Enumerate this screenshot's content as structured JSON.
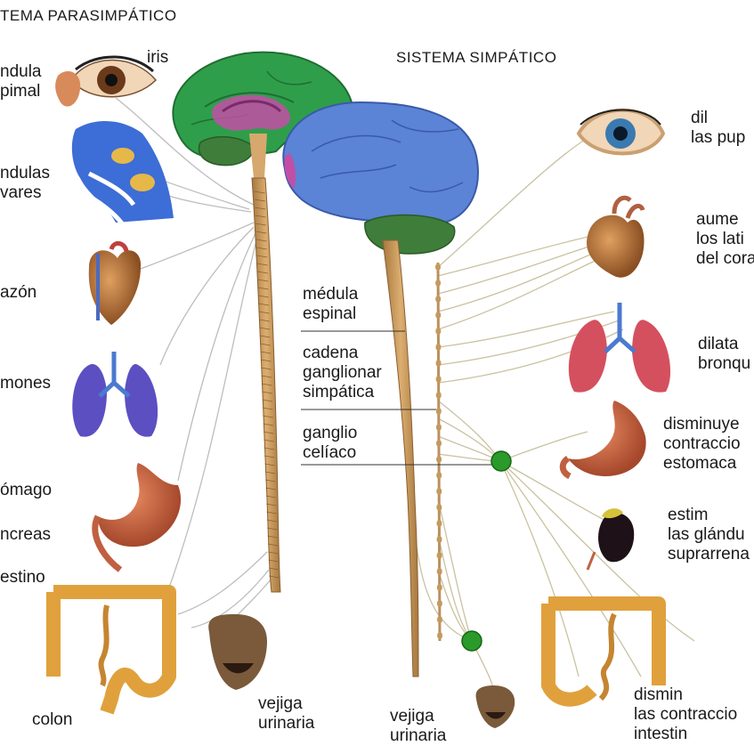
{
  "titles": {
    "parasympathetic": "TEMA PARASIMPÁTICO",
    "sympathetic": "SISTEMA SIMPÁTICO"
  },
  "left_labels": {
    "iris": "iris",
    "pineal_gland": "ndula\npimal",
    "salivary_glands": "ndulas\nvares",
    "heart": "azón",
    "lungs": "mones",
    "stomach": "ómago",
    "pancreas": "ncreas",
    "intestine": "estino",
    "colon": "colon",
    "bladder": "vejiga\nurinaria"
  },
  "center_labels": {
    "spinal_cord": "médula\nespinal",
    "ganglion_chain": "cadena\nganglionar\nsimpática",
    "celiac_ganglion": "ganglio\ncelíaco",
    "bladder": "vejiga\nurinaria"
  },
  "right_labels": {
    "pupils": "dil\nlas pup",
    "heartbeat": "aume\nlos lati\ndel cora",
    "bronchi": "dilata\nbronqu",
    "stomach_contractions": "disminuye\ncontraccio\nestomaca",
    "adrenal": "estim\nlas glándu\nsuprarrena",
    "intestine_contractions": "dismin\nlas contraccio\nintestin"
  },
  "colors": {
    "cerebrum_left": "#2f9e4a",
    "cerebrum_right": "#5b83d6",
    "cerebellum": "#3f7d3a",
    "limbic": "#c24fa6",
    "spinal_cord": "#c79758",
    "ganglion": "#2a9a2a",
    "nerve": "#b8b8b8",
    "heart": "#b8743a",
    "lungs_left": "#5b4fc2",
    "lungs_right": "#d4505e",
    "stomach": "#cc6b48",
    "colon": "#e0a13c",
    "salivary": "#3d6dd6"
  }
}
